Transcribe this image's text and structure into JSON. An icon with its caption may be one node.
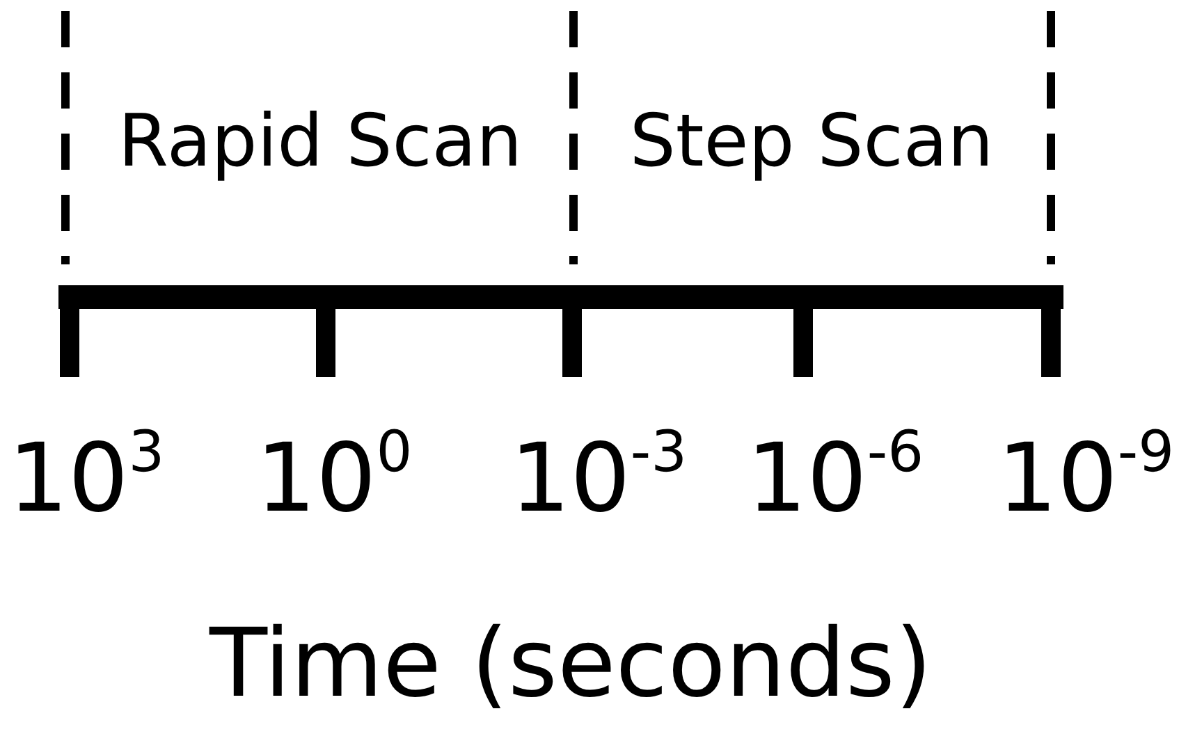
{
  "diagram": {
    "labels": [
      "Rapid Scan",
      "Step Scan",
      "10$^{3}$",
      "10$^{0}$",
      "10$^{-3}$",
      "10$^{-6}$",
      "10$^{-9}$",
      "Time (seconds)"
    ]
  }
}
